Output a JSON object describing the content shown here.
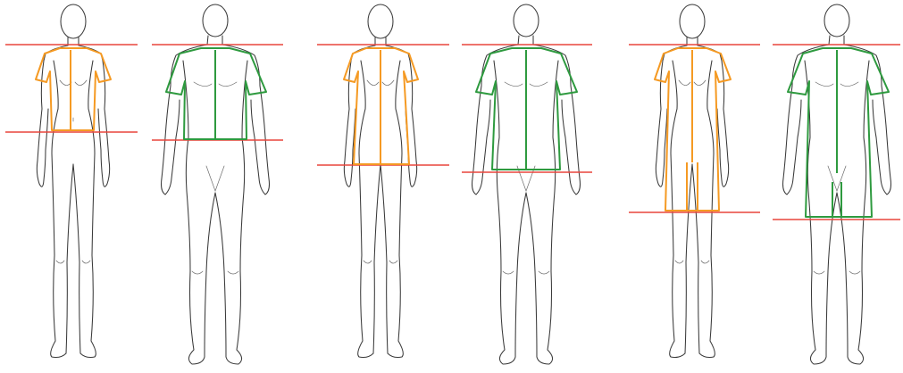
{
  "figure": {
    "description_text": ""
  },
  "colors": {
    "womens_garment": "#f59a23",
    "mens_garment": "#2e9a3f",
    "length_guide": "#e8453c",
    "body_outline": "#3a3a3a",
    "background": "#ffffff"
  },
  "pairs": [
    {
      "length": "waist",
      "figures": [
        "female",
        "male"
      ]
    },
    {
      "length": "hip",
      "figures": [
        "female",
        "male"
      ]
    },
    {
      "length": "thigh",
      "figures": [
        "female",
        "male"
      ]
    }
  ]
}
